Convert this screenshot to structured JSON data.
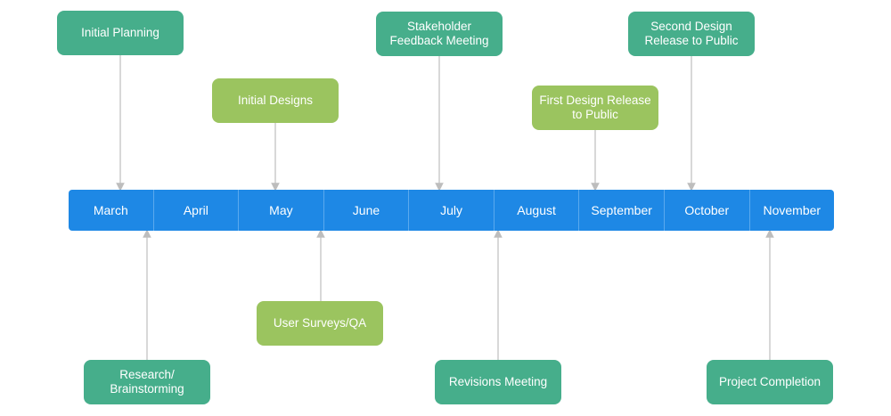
{
  "months": [
    "March",
    "April",
    "May",
    "June",
    "July",
    "August",
    "September",
    "October",
    "November"
  ],
  "events_above": [
    {
      "label": "Initial Planning",
      "color": "#46ae8b"
    },
    {
      "label": "Initial Designs",
      "color": "#9bc45f"
    },
    {
      "label": "Stakeholder\nFeedback Meeting",
      "color": "#46ae8b"
    },
    {
      "label": "First Design Release\nto Public",
      "color": "#9bc45f"
    },
    {
      "label": "Second Design\nRelease to Public",
      "color": "#46ae8b"
    }
  ],
  "events_below": [
    {
      "label": "Research/\nBrainstorming",
      "color": "#46ae8b"
    },
    {
      "label": "User Surveys/QA",
      "color": "#9bc45f"
    },
    {
      "label": "Revisions Meeting",
      "color": "#46ae8b"
    },
    {
      "label": "Project Completion",
      "color": "#46ae8b"
    }
  ],
  "colors": {
    "bar": "#1e88e5",
    "connector": "#bdbdbd"
  }
}
